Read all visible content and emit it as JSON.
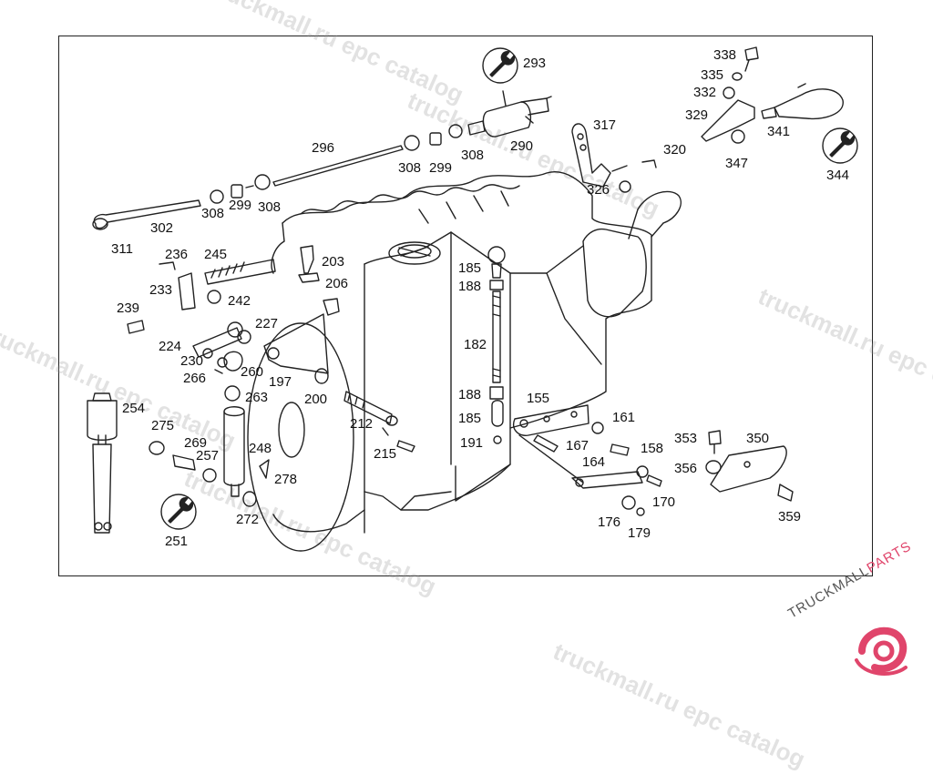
{
  "labels": {
    "l293": "293",
    "l290": "290",
    "l308a": "308",
    "l299a": "299",
    "l308b": "308",
    "l296": "296",
    "l308c": "308",
    "l299b": "299",
    "l308d": "308",
    "l302": "302",
    "l311": "311",
    "l317": "317",
    "l320": "320",
    "l326": "326",
    "l338": "338",
    "l335": "335",
    "l332": "332",
    "l329": "329",
    "l341": "341",
    "l347": "347",
    "l344": "344",
    "l236": "236",
    "l245": "245",
    "l203": "203",
    "l206": "206",
    "l233": "233",
    "l242": "242",
    "l239": "239",
    "l227": "227",
    "l224": "224",
    "l230": "230",
    "l266": "266",
    "l260": "260",
    "l197": "197",
    "l200": "200",
    "l263": "263",
    "l254": "254",
    "l275": "275",
    "l269": "269",
    "l257": "257",
    "l248": "248",
    "l278": "278",
    "l272": "272",
    "l251": "251",
    "l212": "212",
    "l215": "215",
    "l185a": "185",
    "l188a": "188",
    "l182": "182",
    "l188b": "188",
    "l185b": "185",
    "l191": "191",
    "l155": "155",
    "l161": "161",
    "l167": "167",
    "l158": "158",
    "l164": "164",
    "l170": "170",
    "l176": "176",
    "l179": "179",
    "l353": "353",
    "l350": "350",
    "l356": "356",
    "l359": "359"
  },
  "watermark": "truckmall.ru epc catalog",
  "logo": {
    "text_primary": "TRUCKMALL",
    "text_accent": "PARTS",
    "accent_color": "#e0456b"
  }
}
